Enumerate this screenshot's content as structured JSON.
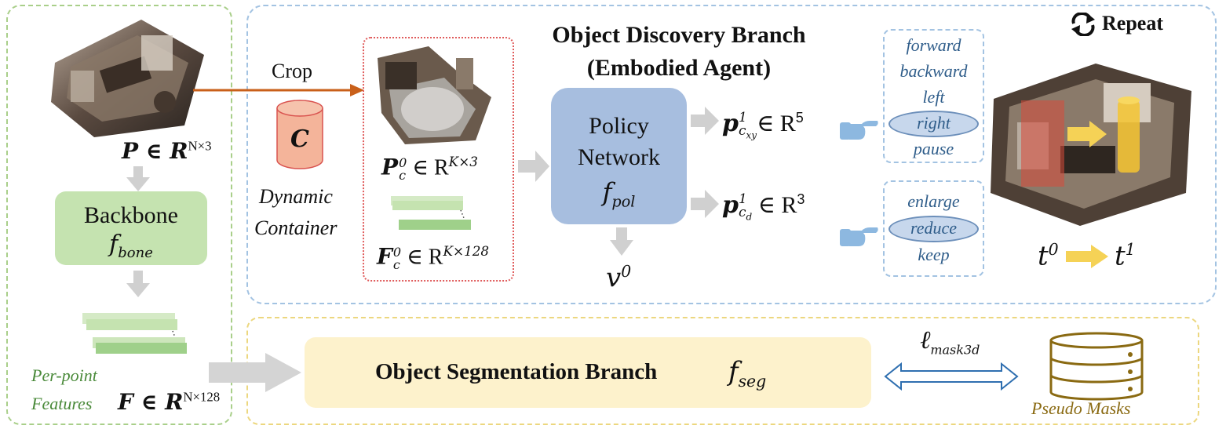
{
  "left": {
    "p_label": "P ∈ R",
    "p_sup": "N×3",
    "backbone_title": "Backbone",
    "backbone_fn": "f",
    "backbone_sub": "bone",
    "features_line1": "Per-point",
    "features_line2": "Features",
    "f_label": "F ∈ R",
    "f_sup": "N×128"
  },
  "crop": {
    "crop_label": "Crop",
    "container_letter": "C",
    "container_line1": "Dynamic",
    "container_line2": "Container",
    "pc_label": "P",
    "pc_sup": "0",
    "pc_sub": "c",
    "pc_set": "∈ R",
    "pc_set_sup": "K×3",
    "fc_label": "F",
    "fc_sup": "0",
    "fc_sub": "c",
    "fc_set": "∈ R",
    "fc_set_sup": "K×128"
  },
  "discovery": {
    "title_line1": "Object Discovery Branch",
    "title_line2": "(Embodied Agent)",
    "repeat_label": "Repeat",
    "policy_line1": "Policy",
    "policy_line2": "Network",
    "policy_fn": "f",
    "policy_sub": "pol",
    "v_label": "v",
    "v_sup": "0",
    "pxy_label": "p",
    "pxy_sup": "1",
    "pxy_sub": "c",
    "pxy_subsub": "xy",
    "pxy_set": "∈ R",
    "pxy_set_sup": "5",
    "pd_label": "p",
    "pd_sup": "1",
    "pd_sub": "c",
    "pd_subsub": "d",
    "pd_set": "∈ R",
    "pd_set_sup": "3",
    "actions_move": [
      "forward",
      "backward",
      "left",
      "right",
      "pause"
    ],
    "actions_move_selected": "right",
    "actions_size": [
      "enlarge",
      "reduce",
      "keep"
    ],
    "actions_size_selected": "reduce",
    "t0_label": "t",
    "t0_sup": "0",
    "t1_label": "t",
    "t1_sup": "1"
  },
  "segmentation": {
    "title": "Object Segmentation Branch",
    "fn": "f",
    "fn_sub": "seg",
    "loss_label": "ℓ",
    "loss_sub": "mask3d",
    "pseudo_label": "Pseudo Masks"
  },
  "colors": {
    "left_border": "#a9cf8a",
    "discovery_border": "#a3c3e2",
    "seg_border": "#ecd77f",
    "backbone_fill": "#c5e3b0",
    "policy_fill": "#a7bedf",
    "seg_fill": "#fdf2cc",
    "crop_arrow": "#c9601a",
    "crop_border": "#e05c5c",
    "container_fill": "#f4b49a",
    "db_color": "#8a6a12",
    "loss_arrow": "#2f6fb0",
    "move_arrow": "#f5d256",
    "flow_arrow": "#d0d0d0",
    "hand": "#8db8e0"
  }
}
